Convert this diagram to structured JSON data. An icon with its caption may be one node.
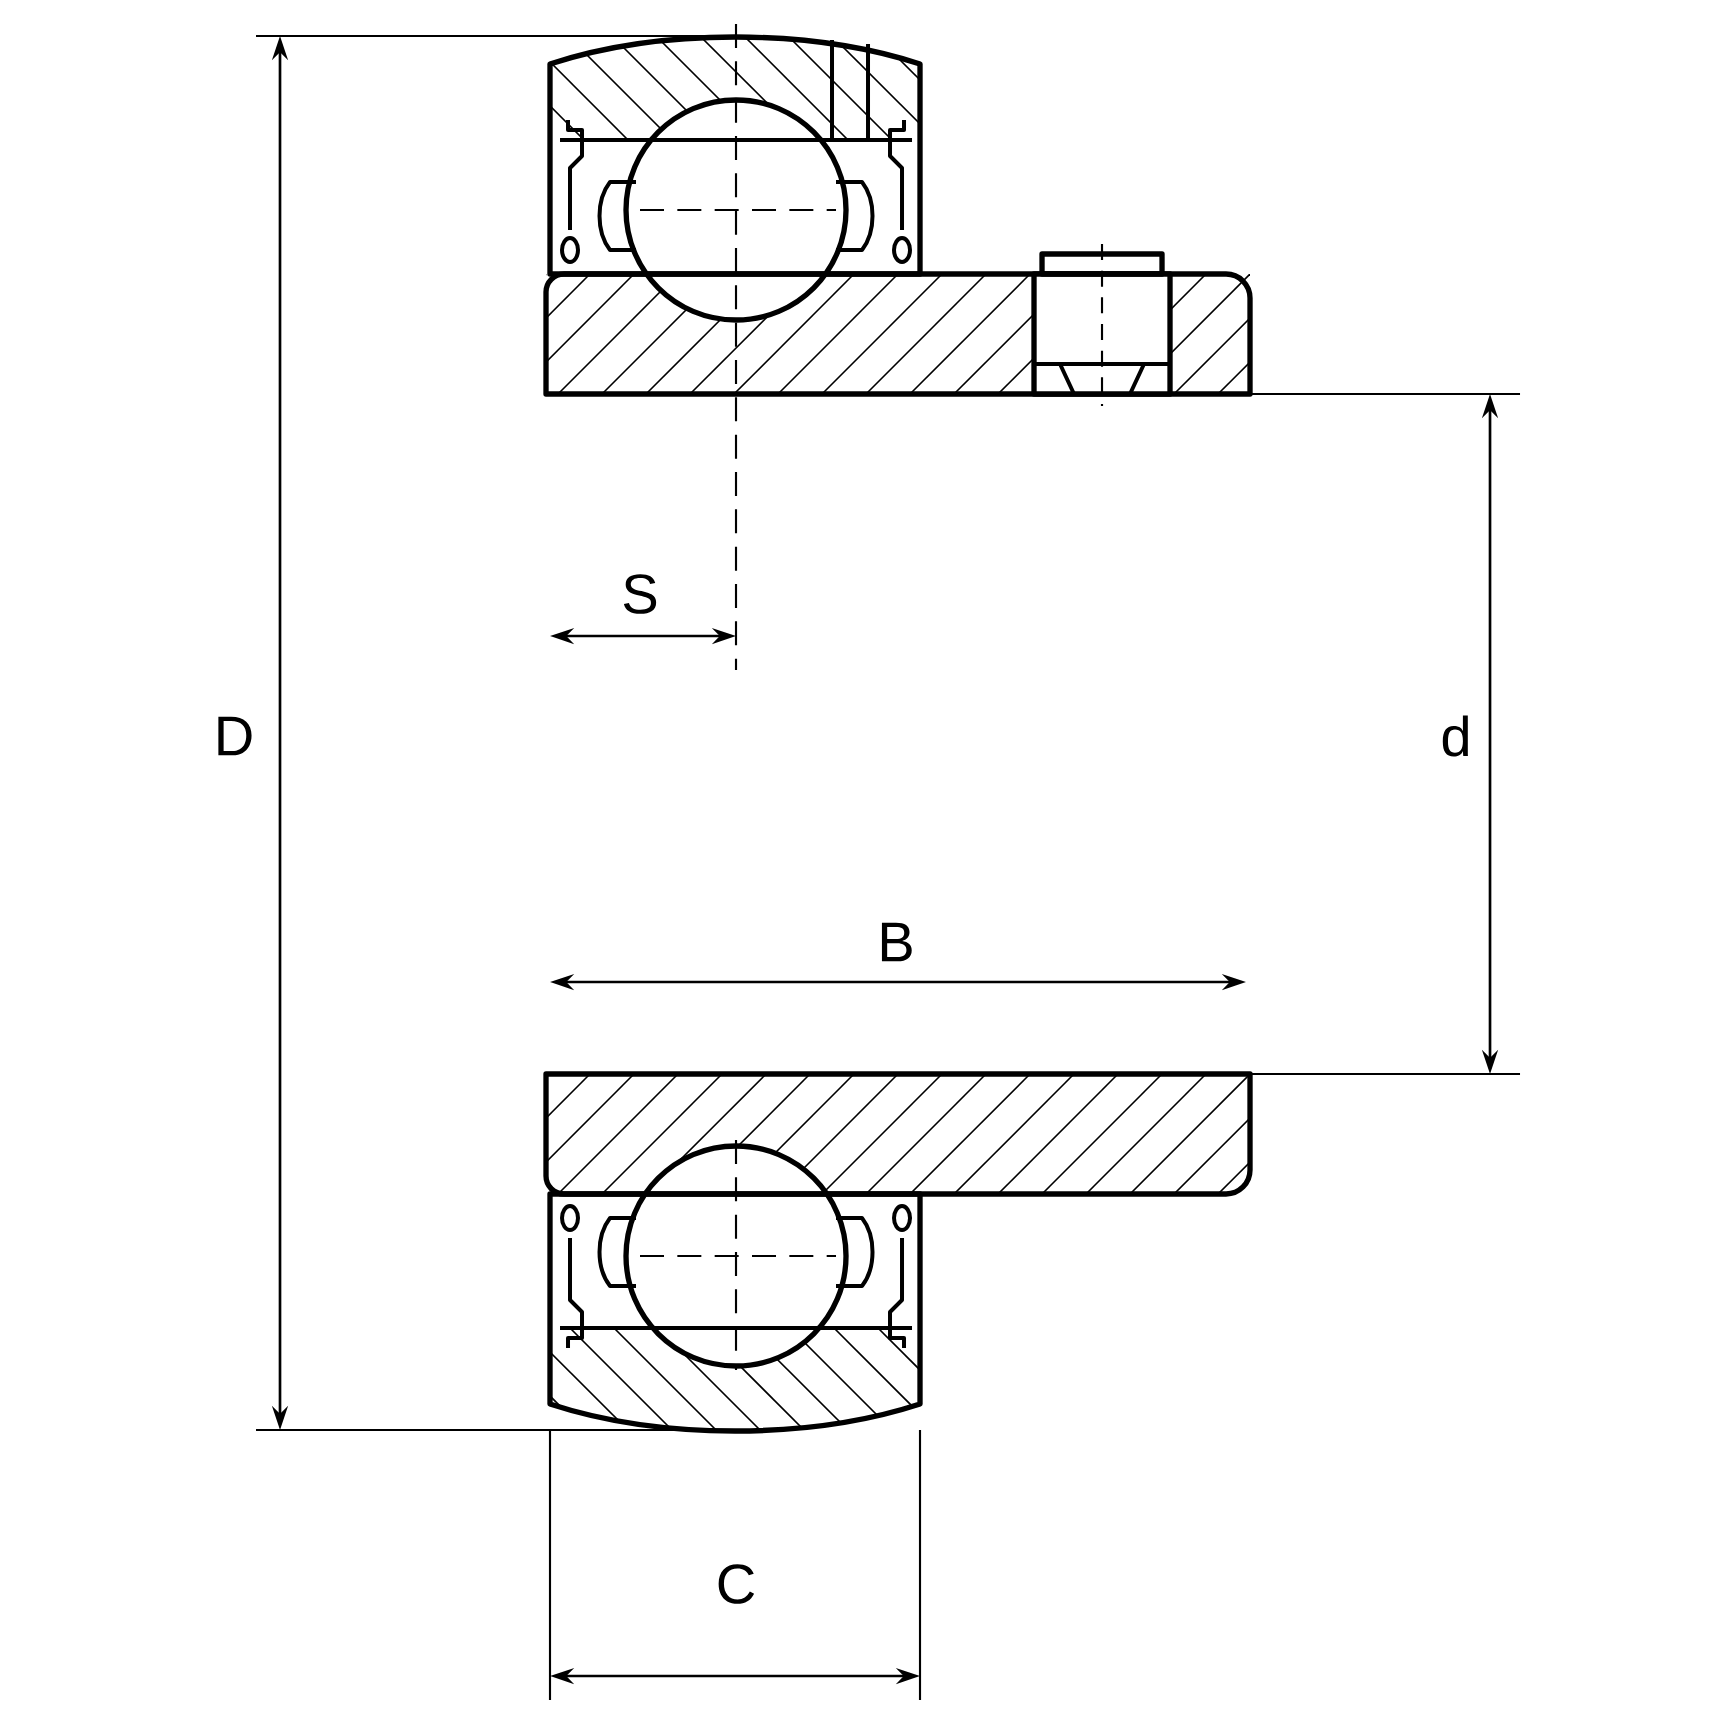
{
  "diagram": {
    "labels": [
      "S",
      "D",
      "d",
      "B",
      "C"
    ]
  }
}
